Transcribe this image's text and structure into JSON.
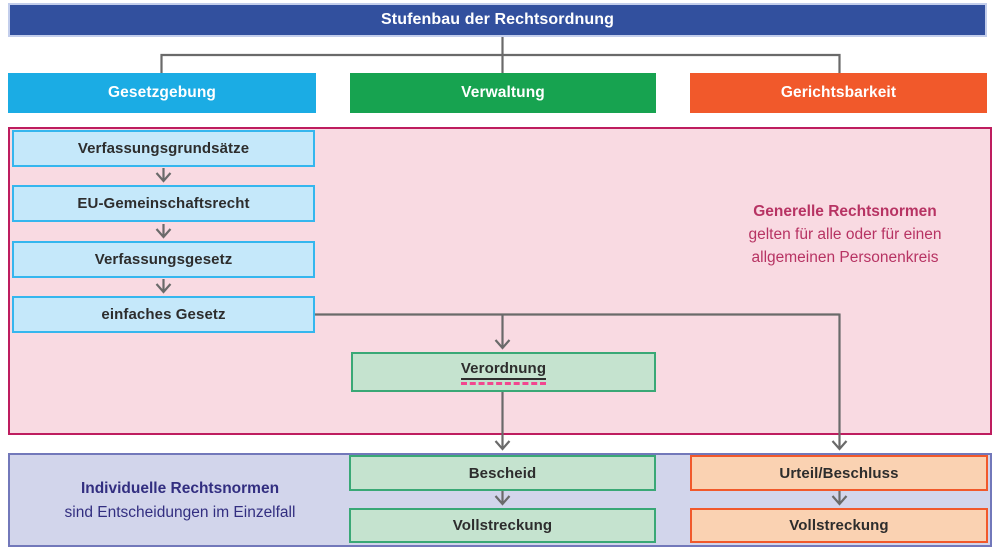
{
  "title_bar": {
    "label": "Stufenbau der Rechtsordnung"
  },
  "branches": [
    {
      "label": "Gesetzgebung",
      "color": "#1BACE4"
    },
    {
      "label": "Verwaltung",
      "color": "#17A350"
    },
    {
      "label": "Gerichtsbarkeit",
      "color": "#F1592B"
    }
  ],
  "generelle": {
    "chain": [
      "Verfassungsgrundsätze",
      "EU-Gemeinschaftsrecht",
      "Verfassungsgesetz",
      "einfaches Gesetz"
    ],
    "verordnung_label": "Verordnung",
    "note_title": "Generelle Rechtsnormen",
    "note_line1": "gelten für alle oder für einen",
    "note_line2": "allgemeinen Personenkreis"
  },
  "individuelle": {
    "note_title": "Individuelle Rechtsnormen",
    "note_line1": "sind Entscheidungen im Einzelfall",
    "verwaltung_chain": [
      "Bescheid",
      "Vollstreckung"
    ],
    "gericht_chain": [
      "Urteil/Beschluss",
      "Vollstreckung"
    ]
  },
  "palette": {
    "title_bar_bg": "#32509E",
    "branch_gesetzgebung": "#1BACE4",
    "branch_verwaltung": "#17A350",
    "branch_gerichtsbarkeit": "#F1592B",
    "generelle_panel_bg": "#F9DAE2",
    "generelle_panel_border": "#BE1D5F",
    "generelle_text": "#B73363",
    "law_box_bg": "#C5E8FA",
    "law_box_border": "#35B6EE",
    "green_box_bg": "#C5E3CF",
    "green_box_border": "#3AA876",
    "orange_box_bg": "#FAD2B2",
    "orange_box_border": "#F1592B",
    "individuelle_panel_bg": "#D2D5EB",
    "individuelle_panel_border": "#7278BA",
    "individuelle_text": "#322E80",
    "connector_gray": "#6A6A6A",
    "dashed_underline": "#F2478F"
  }
}
